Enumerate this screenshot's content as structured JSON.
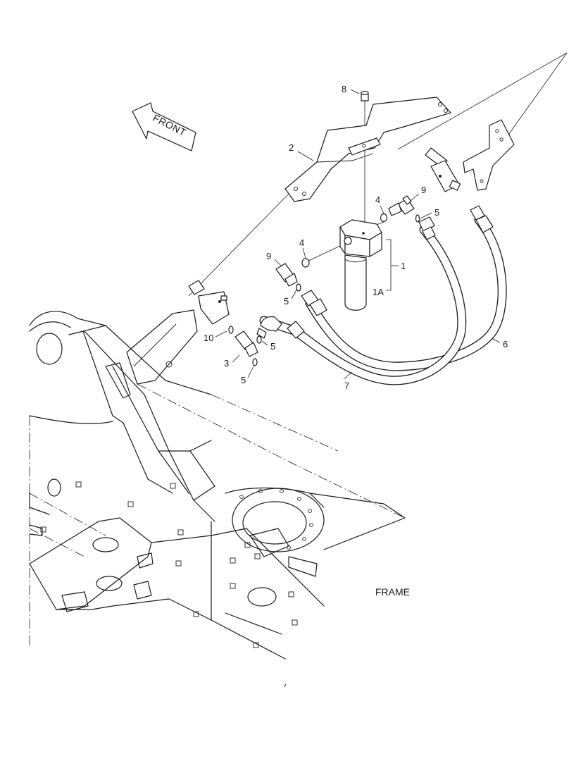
{
  "diagram": {
    "direction_label": "FRONT",
    "assembly_label": "FRAME",
    "callouts": {
      "c8": "8",
      "c2": "2",
      "c4a": "4",
      "c9a": "9",
      "c5a": "5",
      "c1": "1",
      "c1a": "1A",
      "c4b": "4",
      "c9b": "9",
      "c5b": "5",
      "c6": "6",
      "c10": "10",
      "c5c": "5",
      "c3": "3",
      "c5d": "5",
      "c7": "7"
    }
  }
}
